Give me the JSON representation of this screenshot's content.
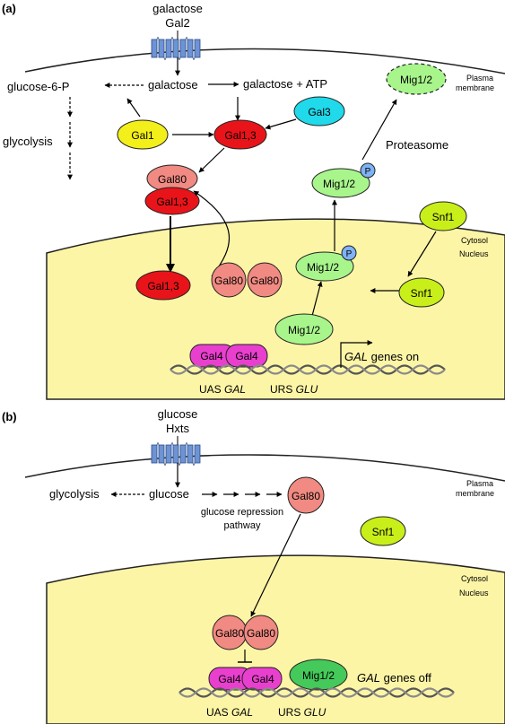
{
  "panel_a": {
    "tag": "(a)",
    "sugar": "galactose",
    "transporter": "Gal2",
    "plasma_membrane_line1": "Plasma",
    "plasma_membrane_line2": "membrane",
    "cytosol": "Cytosol",
    "nucleus": "Nucleus",
    "glucose6p": "glucose-6-P",
    "galactose_inside": "galactose",
    "galactose_atp": "galactose + ATP",
    "glycolysis": "glycolysis",
    "gal1": "Gal1",
    "gal13_cyto": "Gal1,3",
    "gal3": "Gal3",
    "gal80_complex": "Gal80",
    "gal13_complex": "Gal1,3",
    "mig_degraded": "Mig1/2",
    "proteasome": "Proteasome",
    "mig_p_cyto": "Mig1/2",
    "phospho": "P",
    "snf1_cyto": "Snf1",
    "gal13_nuc": "Gal1,3",
    "gal80_left": "Gal80",
    "gal80_right": "Gal80",
    "mig_p_nuc": "Mig1/2",
    "snf1_nuc": "Snf1",
    "mig_nuc": "Mig1/2",
    "gal4_left": "Gal4",
    "gal4_right": "Gal4",
    "genes_italic": "GAL",
    "genes_state": " genes on",
    "uas": "UAS ",
    "uas_italic": "GAL",
    "urs": "URS ",
    "urs_italic": "GLU"
  },
  "panel_b": {
    "tag": "(b)",
    "sugar": "glucose",
    "transporter": "Hxts",
    "plasma_membrane_line1": "Plasma",
    "plasma_membrane_line2": "membrane",
    "cytosol": "Cytosol",
    "nucleus": "Nucleus",
    "glycolysis": "glycolysis",
    "glucose_inside": "glucose",
    "pathway_line1": "glucose repression",
    "pathway_line2": "pathway",
    "gal80_cyto": "Gal80",
    "snf1": "Snf1",
    "gal80_left": "Gal80",
    "gal80_right": "Gal80",
    "gal4_left": "Gal4",
    "gal4_right": "Gal4",
    "mig": "Mig1/2",
    "genes_italic": "GAL",
    "genes_state": " genes off",
    "uas": "UAS ",
    "uas_italic": "GAL",
    "urs": "URS ",
    "urs_italic": "GLU"
  },
  "colors": {
    "nucleus_fill": "#fdf5a6",
    "gal1_fill": "#f2ef1a",
    "gal13_fill": "#e8141a",
    "gal3_fill": "#20d9ea",
    "gal80_fill": "#f08a82",
    "mig_fill": "#a8f58c",
    "snf1_fill": "#c9ef1a",
    "gal4_fill": "#e93fce",
    "phospho_fill": "#7fb2f5",
    "transporter_fill": "#6d93d4"
  }
}
